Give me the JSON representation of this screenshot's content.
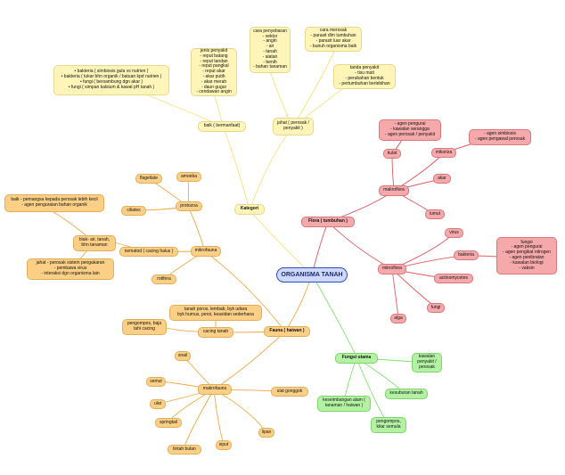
{
  "root": "ORGANISMA TANAH",
  "kategori": {
    "label": "Kategori",
    "baik": {
      "label": "baik ( bermanfaat)",
      "bakteria": "• bakteria ( simbiosis gula vs nutrien )\n• bakteria ( tukar bhn organik / batuan kpd nutrien )\n• fungi ( bersambung dgn akar )\n• fungi ( simpan kalsium & kawal pH tanah )"
    },
    "jahat": {
      "label": "jahat ( perosak / penyakit )",
      "jenis_penyakit": "jenis penyakit\n- reput batang\n- reput tandan\n- reput pangkal\n- reput akar\n- akar putih\n- akar merah\n- daun gugur\n- cendawan angin",
      "cara_penyebaran": "cara penyebaran\n- vektor\n- angin\n- air\n- tanah\n- alatan\n- benih\n- bahan tanaman",
      "cara_merosak": "cara merosak\n- parasit dlm tumbuhan\n- parasit luar akar\n- bunuh organisma baik",
      "tanda_penyakit": "tanda penyakit\n- tisu mati\n- perubahan bentuk\n- pertumbuhan berlebihan"
    }
  },
  "flora": {
    "label": "Flora ( tumbuhan )",
    "makroflora": {
      "label": "makroflora",
      "kulat": "kulat",
      "kulat_desc": "- agen pengurai\n- kawalan serangga\n- agen perosak / penyakit",
      "mikoriza": "mikoriza",
      "mikoriza_desc": "- agen simbiosis\n- agen pengawal perosak",
      "akar": "akar",
      "lumut": "lumut"
    },
    "mikroflora": {
      "label": "mikroflora",
      "virus": "virus",
      "bakteria": "bakteria",
      "bakteria_desc": "fungsi\n- agen pengurai\n- agen pengikat nitrogen\n- agen penibratan\n- kawalan biologi\n- vaksin",
      "actinomycetes": "actinomycetes",
      "fungi": "fungi",
      "alga": "alga"
    }
  },
  "fungsi": {
    "label": "Fungsi utama",
    "kawalan": "kawalan\npenyakit /\nperosak",
    "kesuburan": "kesuburan tanah",
    "keseimbangan": "keseimbangan alam (\ntanaman / haiwan )",
    "pengompos": "pengompos,\nkitar semula"
  },
  "fauna": {
    "label": "Fauna ( haiwan )",
    "mikrofauna": {
      "label": "mikrofauna",
      "protozoa": "protozoa",
      "flagellate": "flagellate",
      "amoeba": "amoeba",
      "ciliates": "ciliates",
      "nematod": "nematod ( cacing halus )",
      "biak": "biak- air, tanah,\nbhn tanaman",
      "baik": "baik - pemangsa kepada perosak lebih kecil\n- agen penguraian bahan organik",
      "jahat": "jahat - perosak sistem pengakaran\n- pembawa virus\n- interaksi dgn organisma lain",
      "rotifera": "rotifera"
    },
    "cacing": {
      "label": "cacing tanah",
      "habitat": "tanah poros, lembab, byk udara\nbyk humus, peroi, keasidan sederhana",
      "peran": "pengompos, baja\ntahi cacing"
    },
    "makrofauna": {
      "label": "makrofauna",
      "snail": "snail",
      "semut": "semut",
      "ulat": "ulat",
      "springtail": "springtail",
      "lintah": "lintah bulan",
      "siput": "siput",
      "lipan": "lipan",
      "gonggok": "ulat gonggok"
    }
  },
  "colors": {
    "yellow": "#fff5b8",
    "orange": "#fbcf86",
    "pink": "#f6a9ab",
    "green": "#b2f2a2",
    "root": "#cfd9ff"
  }
}
